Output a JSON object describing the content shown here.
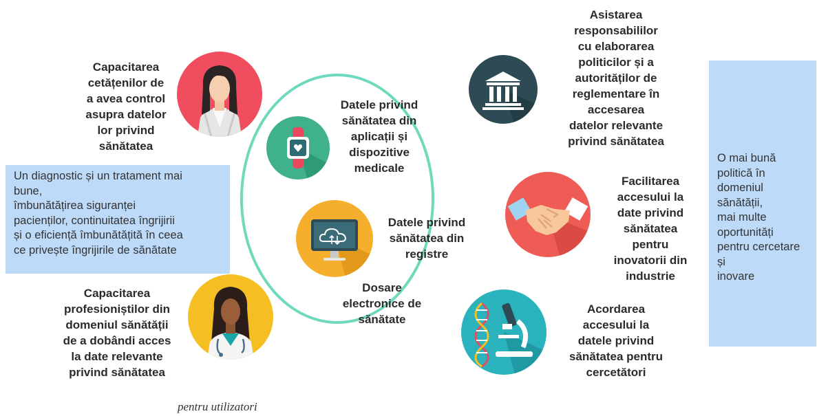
{
  "center": {
    "apps_devices": [
      "Datele privind",
      "sănătatea din",
      "aplicații și",
      "dispozitive",
      "medicale"
    ],
    "registries": [
      "Datele privind",
      "sănătatea din",
      "registre"
    ],
    "ehr": [
      "Dosare",
      "electronice de",
      "sănătate"
    ]
  },
  "left": {
    "citizens": [
      "Capacitarea",
      "cetățenilor de",
      "a avea control",
      "asupra datelor",
      "lor privind",
      "sănătatea"
    ],
    "professionals": [
      "Capacitarea",
      "profesioniștilor din",
      "domeniul sănătății",
      "de a dobândi acces",
      "la date relevante",
      "privind sănătatea"
    ],
    "box_lines": [
      "Un diagnostic și un tratament mai",
      "bune,",
      "îmbunătățirea siguranței",
      "pacienților, continuitatea îngrijirii",
      "și o eficiență îmbunătățită în ceea",
      "ce privește îngrijirile de sănătate"
    ]
  },
  "right": {
    "policy_makers": [
      "Asistarea",
      "responsabililor",
      "cu elaborarea",
      "politicilor și a",
      "autorităților de",
      "reglementare în",
      "accesarea",
      "datelor relevante",
      "privind sănătatea"
    ],
    "industry": [
      "Facilitarea",
      "accesului la",
      "date privind",
      "sănătatea",
      "pentru",
      "inovatorii din",
      "industrie"
    ],
    "research": [
      "Acordarea",
      "accesului la",
      "datele privind",
      "sănătatea pentru",
      "cercetători"
    ],
    "box_lines": [
      "O mai bună",
      "politică în",
      "domeniul",
      "sănătății,",
      "mai multe",
      "oportunități",
      "pentru cercetare",
      "și",
      "inovare"
    ]
  },
  "caption": "pentru utilizatori",
  "colors": {
    "ring": "#6fd9bd",
    "box": "#bedaf9",
    "citizen_circle": "#f04d5f",
    "professional_circle": "#f5bf24",
    "smartwatch_circle": "#3fb28c",
    "registry_circle": "#f6ae2d",
    "policy_circle": "#2e4b55",
    "industry_circle": "#ef5b55",
    "research_circle": "#2bb3bd"
  },
  "icons": [
    "woman-avatar-icon",
    "doctor-avatar-icon",
    "smartwatch-icon",
    "cloud-monitor-icon",
    "government-building-icon",
    "handshake-icon",
    "microscope-dna-icon"
  ]
}
